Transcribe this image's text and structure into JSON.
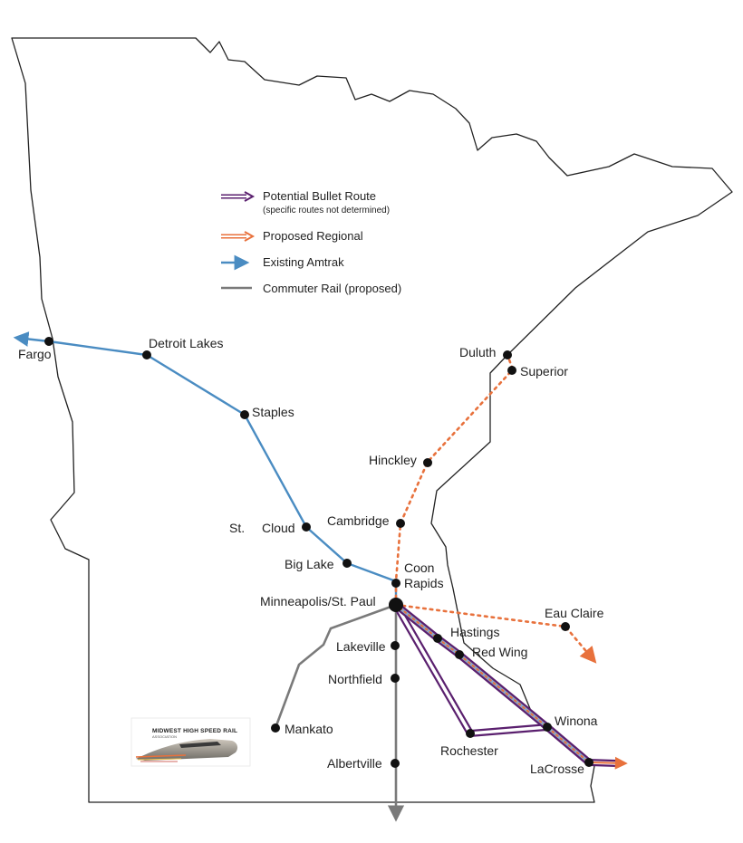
{
  "colors": {
    "bullet": "#5a1f6e",
    "regional": "#e8713c",
    "amtrak": "#4a8cc2",
    "commuter": "#7a7a7a",
    "border": "#222222"
  },
  "legend": {
    "bullet_label": "Potential Bullet Route",
    "bullet_sub": "(specific routes not determined)",
    "regional_label": "Proposed Regional",
    "amtrak_label": "Existing Amtrak",
    "commuter_label": "Commuter Rail (proposed)"
  },
  "cities": {
    "fargo": "Fargo",
    "detroit_lakes": "Detroit Lakes",
    "staples": "Staples",
    "st_cloud_a": "St.",
    "st_cloud_b": "Cloud",
    "big_lake": "Big Lake",
    "coon_rapids_a": "Coon",
    "coon_rapids_b": "Rapids",
    "minneapolis": "Minneapolis/St. Paul",
    "cambridge": "Cambridge",
    "hinckley": "Hinckley",
    "duluth": "Duluth",
    "superior": "Superior",
    "eau_claire": "Eau Claire",
    "hastings": "Hastings",
    "red_wing": "Red Wing",
    "lakeville": "Lakeville",
    "northfield": "Northfield",
    "mankato": "Mankato",
    "albertville": "Albertville",
    "rochester": "Rochester",
    "winona": "Winona",
    "lacrosse": "LaCrosse"
  },
  "logo": {
    "title": "MIDWEST HIGH SPEED RAIL",
    "subtitle": "ASSOCIATION",
    "icon": "high-speed-train-icon"
  }
}
